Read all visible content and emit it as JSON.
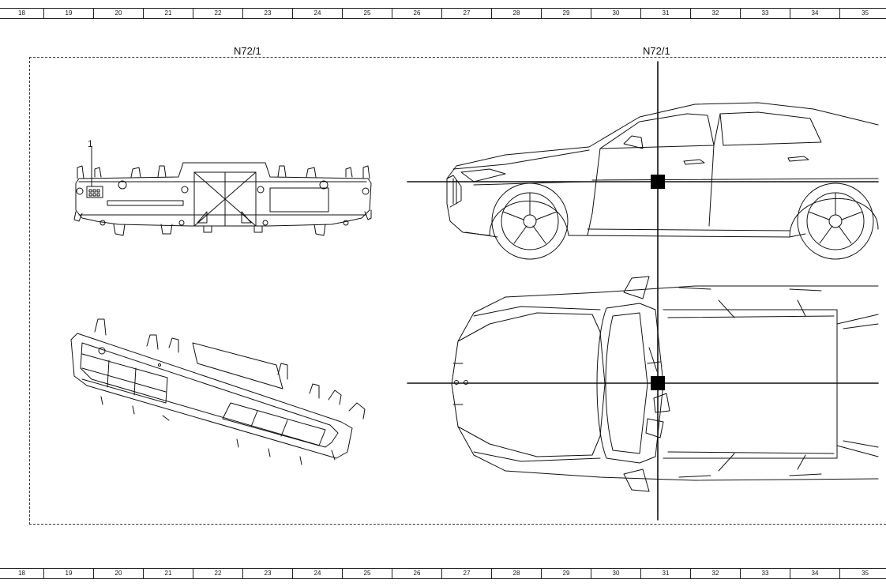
{
  "ruler": {
    "numbers": [
      "18",
      "19",
      "20",
      "21",
      "22",
      "23",
      "24",
      "25",
      "26",
      "27",
      "28",
      "29",
      "30",
      "31",
      "32",
      "33",
      "34",
      "35"
    ]
  },
  "frame": {
    "left_label": "N72/1",
    "right_label": "N72/1"
  },
  "callouts": {
    "connector_item": "1"
  }
}
